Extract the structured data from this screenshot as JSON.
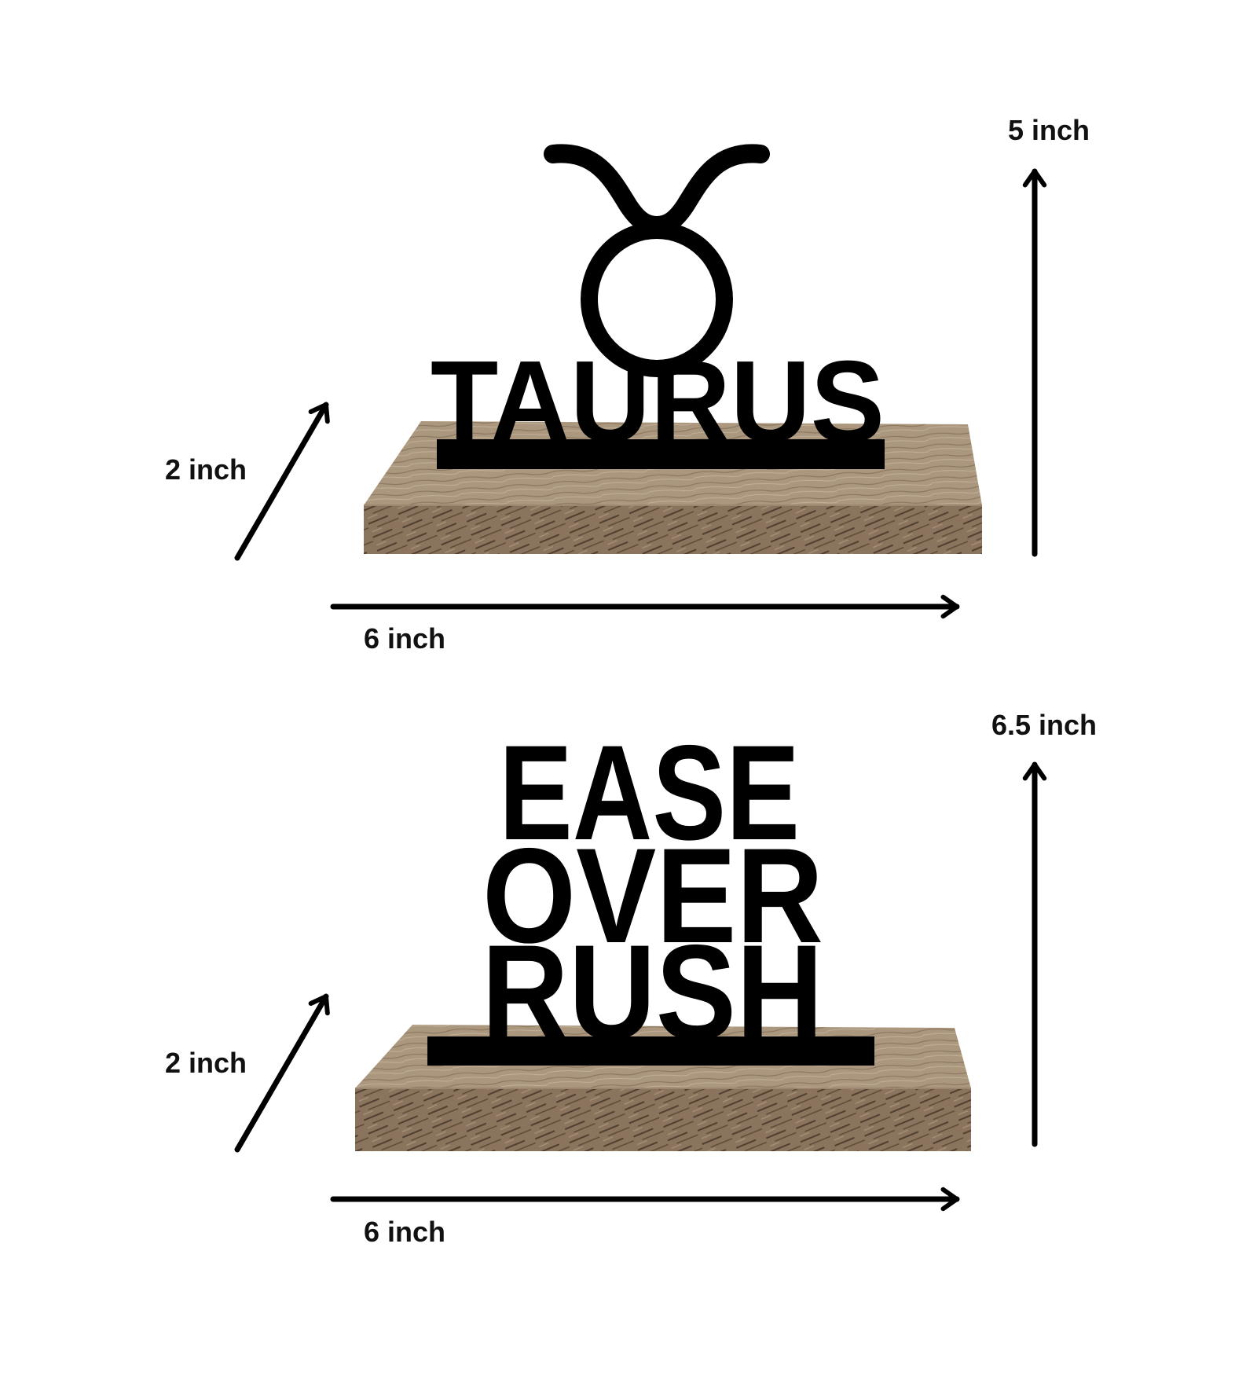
{
  "colors": {
    "background": "#ffffff",
    "ink": "#000000",
    "wood_top": "#a8937a",
    "wood_front": "#86705b",
    "wood_grain": "#4f3e2f"
  },
  "products": [
    {
      "name": "taurus-sign",
      "sign_text": "TAURUS",
      "symbol": "taurus-zodiac-symbol",
      "dimensions": {
        "height_label": "5 inch",
        "depth_label": "2 inch",
        "width_label": "6 inch"
      }
    },
    {
      "name": "ease-over-rush-sign",
      "sign_lines": [
        "EASE",
        "OVER",
        "RUSH"
      ],
      "dimensions": {
        "height_label": "6.5 inch",
        "depth_label": "2 inch",
        "width_label": "6 inch"
      }
    }
  ]
}
